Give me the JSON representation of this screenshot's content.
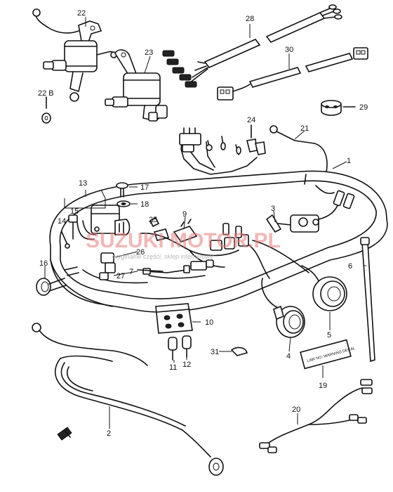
{
  "callouts": [
    {
      "id": "c1",
      "text": "1"
    },
    {
      "id": "c2",
      "text": "2"
    },
    {
      "id": "c3",
      "text": "3"
    },
    {
      "id": "c4",
      "text": "4"
    },
    {
      "id": "c5",
      "text": "5"
    },
    {
      "id": "c6",
      "text": "6"
    },
    {
      "id": "c7",
      "text": "7"
    },
    {
      "id": "c9",
      "text": "9"
    },
    {
      "id": "c10",
      "text": "10"
    },
    {
      "id": "c11",
      "text": "11"
    },
    {
      "id": "c12",
      "text": "12"
    },
    {
      "id": "c13",
      "text": "13"
    },
    {
      "id": "c14",
      "text": "14"
    },
    {
      "id": "c15",
      "text": "15"
    },
    {
      "id": "c16",
      "text": "16"
    },
    {
      "id": "c17",
      "text": "17"
    },
    {
      "id": "c18",
      "text": "18"
    },
    {
      "id": "c19",
      "text": "19"
    },
    {
      "id": "c20",
      "text": "20"
    },
    {
      "id": "c21",
      "text": "21"
    },
    {
      "id": "c22",
      "text": "22"
    },
    {
      "id": "c22b",
      "text": "22 B"
    },
    {
      "id": "c23",
      "text": "23"
    },
    {
      "id": "c24",
      "text": "24"
    },
    {
      "id": "c25",
      "text": "25"
    },
    {
      "id": "c26",
      "text": "26"
    },
    {
      "id": "c27",
      "text": "27"
    },
    {
      "id": "c28",
      "text": "28"
    },
    {
      "id": "c29",
      "text": "29"
    },
    {
      "id": "c30",
      "text": "30"
    },
    {
      "id": "c31",
      "text": "31"
    }
  ],
  "watermark": {
    "main": "SUZUKI MOTOR.PL",
    "sub": "oryginalne części, sklep internetowy"
  },
  "label_tag_text": "LAW NO. WARNING DECAL",
  "colors": {
    "line": "#111111",
    "background": "#ffffff",
    "watermark": "#e87c7c"
  },
  "icons": [
    "front-direction-arrow-icon"
  ]
}
